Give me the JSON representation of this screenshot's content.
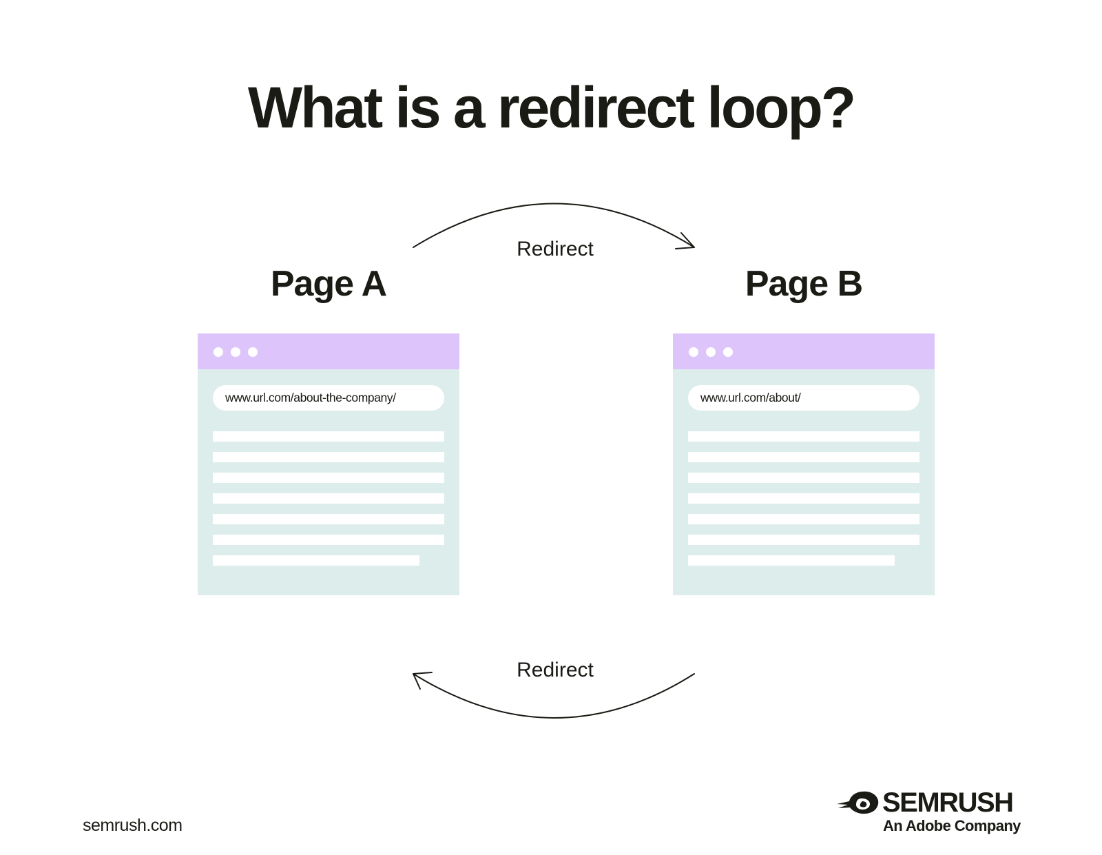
{
  "title": "What is a redirect loop?",
  "pages": [
    {
      "label": "Page A",
      "url": "www.url.com/about-the-company/"
    },
    {
      "label": "Page B",
      "url": "www.url.com/about/"
    }
  ],
  "arrows": {
    "top_label": "Redirect",
    "bottom_label": "Redirect"
  },
  "footer": {
    "site": "semrush.com",
    "brand_name": "SEMRUSH",
    "brand_tagline": "An Adobe Company"
  },
  "colors": {
    "text": "#191b14",
    "browser_body": "#ddedeb",
    "browser_topbar": "#ddc5fb",
    "background": "#ffffff"
  }
}
